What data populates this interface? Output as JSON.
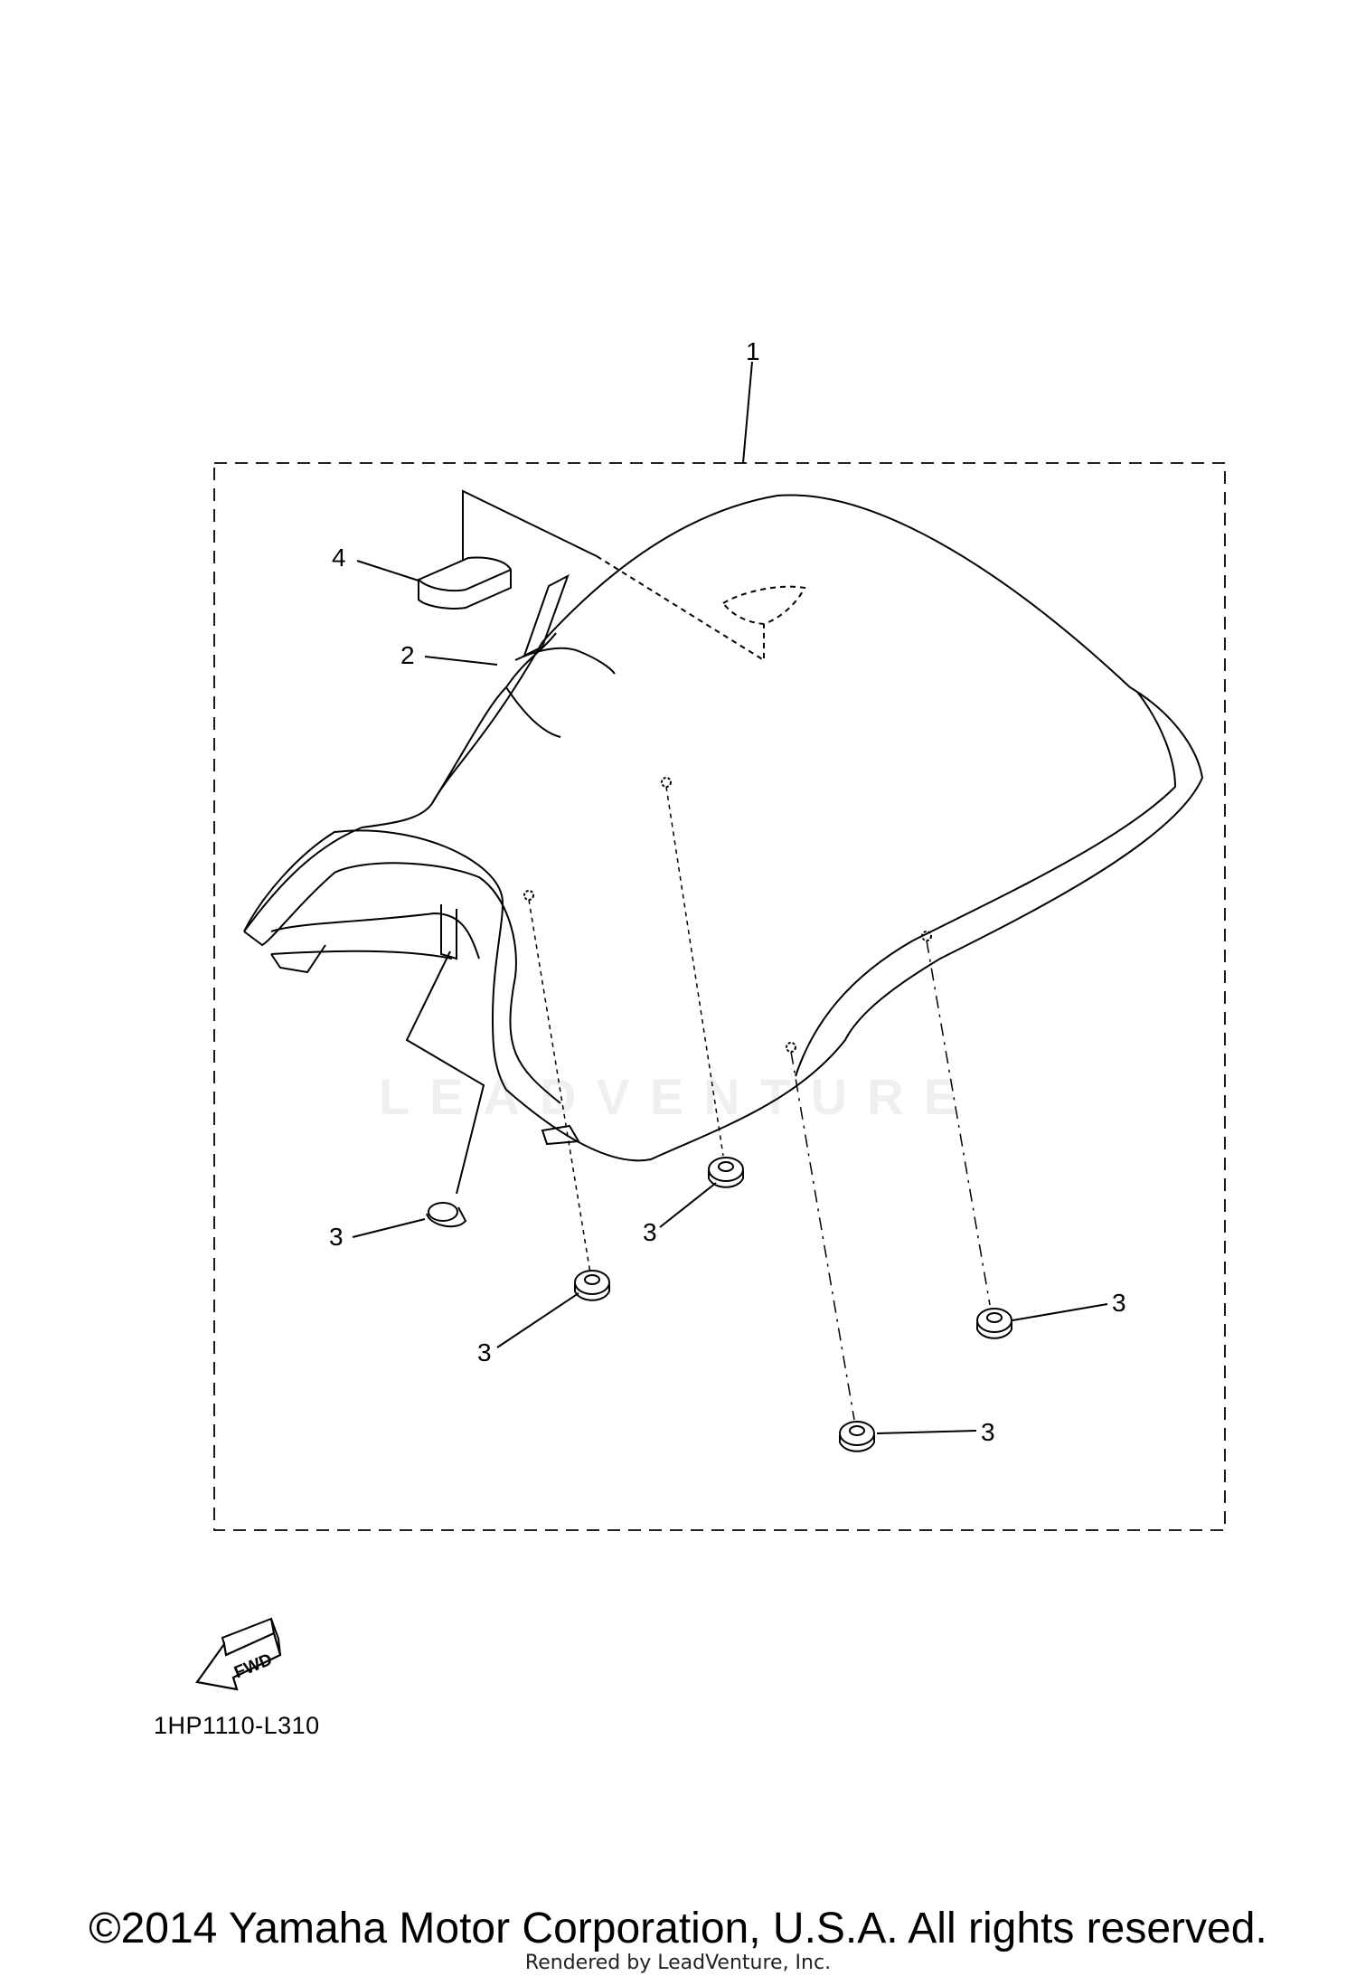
{
  "callouts": [
    {
      "id": "1",
      "label": "1"
    },
    {
      "id": "2",
      "label": "2"
    },
    {
      "id": "3",
      "label": "3"
    },
    {
      "id": "4",
      "label": "4"
    }
  ],
  "fwd_label": "FWD",
  "reference_code": "1HP1110-L310",
  "watermark": "LEADVENTURE",
  "copyright": "©2014 Yamaha Motor Corporation, U.S.A. All rights reserved.",
  "rendered_by": "Rendered by LeadVenture, Inc.",
  "colors": {
    "line": "#000000",
    "background": "#ffffff"
  }
}
